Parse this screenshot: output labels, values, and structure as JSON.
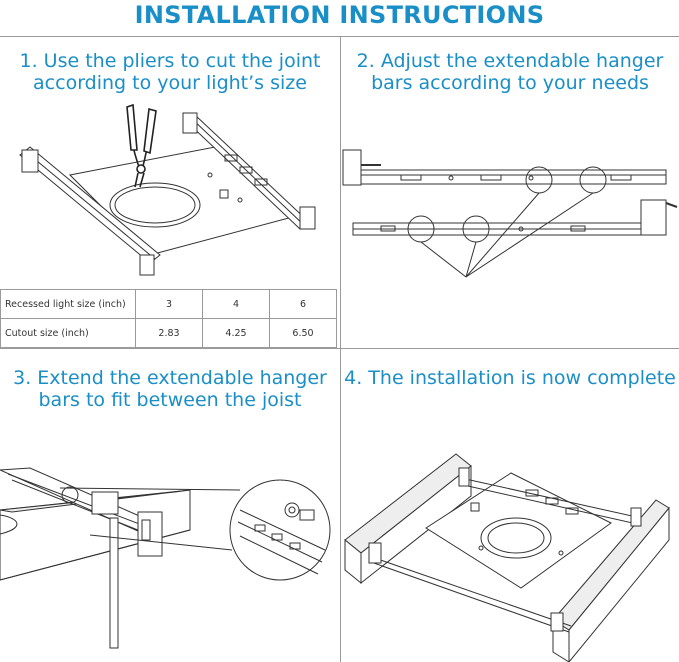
{
  "title": "INSTALLATION INSTRUCTIONS",
  "steps": [
    {
      "line1": "1. Use the pliers to cut the joint",
      "line2": "according to your light’s size"
    },
    {
      "line1": "2. Adjust the extendable hanger",
      "line2": "bars according to your needs"
    },
    {
      "line1": "3. Extend the extendable hanger",
      "line2": "bars to fit between the joist"
    },
    {
      "line1": "4. The installation is now complete",
      "line2": ""
    }
  ],
  "size_table": {
    "rows": [
      {
        "label": "Recessed light size (inch)",
        "values": [
          "3",
          "4",
          "6"
        ]
      },
      {
        "label": "Cutout size (inch)",
        "values": [
          "2.83",
          "4.25",
          "6.50"
        ]
      }
    ]
  },
  "colors": {
    "accent": "#1a8fc7",
    "line": "#9a9a9a",
    "drawing": "#333333"
  },
  "icons": [
    "pliers-icon",
    "hanger-bar-icon",
    "mounting-plate-icon",
    "magnifier-icon"
  ]
}
